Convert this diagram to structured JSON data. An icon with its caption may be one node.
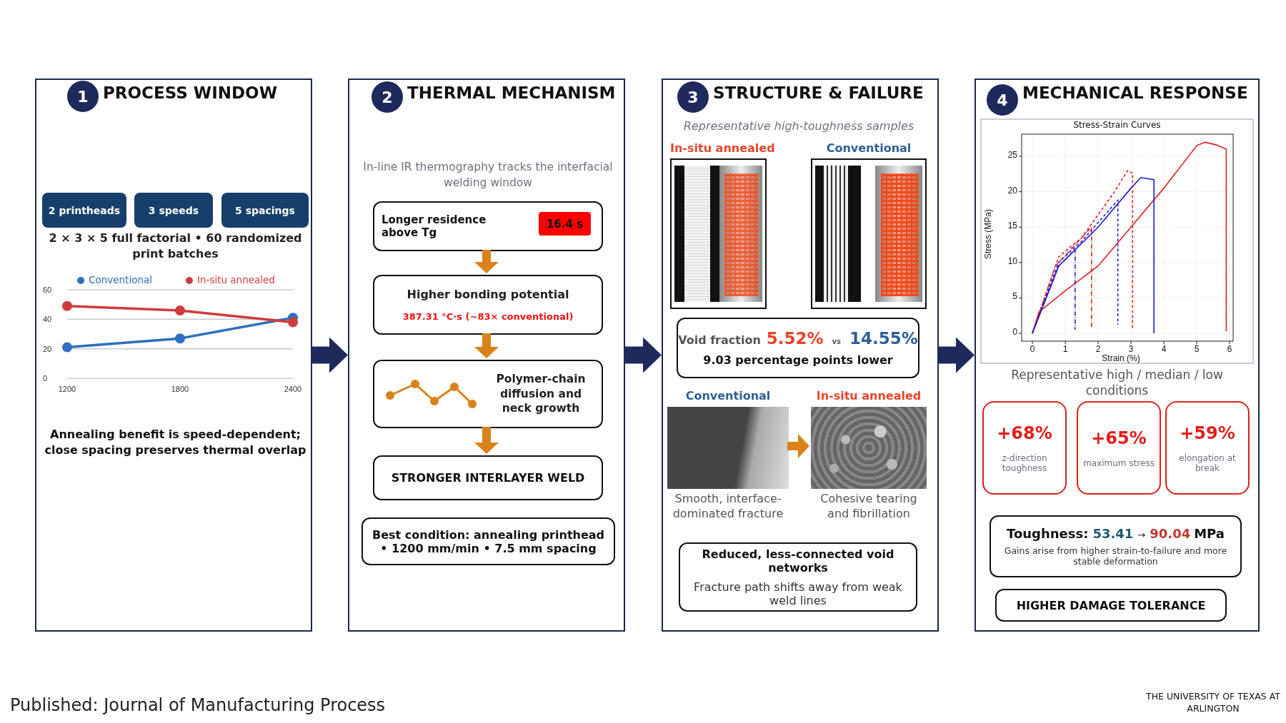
{
  "diagram": {
    "nodes": [
      {
        "text": [
          "PROCESS WINDOW"
        ]
      },
      {
        "text": [
          "1"
        ],
        "in": 0
      },
      {
        "text": [
          "2 printheads"
        ],
        "in": 0
      },
      {
        "text": [
          "3 speeds"
        ],
        "in": 0
      },
      {
        "text": [
          "5 spacings"
        ],
        "in": 0
      },
      {
        "text": [
          "THERMAL MECHANISM"
        ]
      },
      {
        "text": [
          "2"
        ],
        "in": 5
      },
      {
        "text": [
          "Longer residence above Tg"
        ],
        "in": 5
      },
      {
        "text": [
          "16.4 s"
        ],
        "in": 7
      },
      {
        "text": [
          "Higher bonding potential",
          "387.31 °C·s  (~83× conventional)"
        ],
        "in": 5
      },
      {
        "text": [
          "Polymer-chain diffusion and neck growth"
        ],
        "in": 5
      },
      {
        "text": [
          "STRONGER INTERLAYER WELD"
        ],
        "in": 5
      },
      {
        "text": [
          "Best condition: annealing printhead • 1200 mm/min • 7.5 mm spacing"
        ],
        "in": 5
      },
      {
        "text": [
          "STRUCTURE & FAILURE"
        ]
      },
      {
        "text": [
          "3"
        ],
        "in": 13
      },
      {
        "text": [
          "In-situ annealed"
        ],
        "in": 13
      },
      {
        "text": [
          "Conventional"
        ],
        "in": 13
      },
      {
        "text": [
          "Void fraction",
          "5.52%",
          "vs",
          "14.55%",
          "9.03 percentage points lower"
        ],
        "in": 13
      },
      {
        "text": [
          "Conventional"
        ],
        "beside": [
          "Smooth, interface-dominated fracture"
        ],
        "in": 13
      },
      {
        "text": [
          "In-situ annealed"
        ],
        "beside": [
          "Cohesive tearing and fibrillation"
        ],
        "in": 13
      },
      {
        "text": [
          "Reduced, less-connected void networks",
          "Fracture path shifts away from weak weld lines"
        ],
        "in": 13
      },
      {
        "text": [
          "MECHANICAL RESPONSE"
        ]
      },
      {
        "text": [
          "4"
        ],
        "in": 21
      },
      {
        "text": [
          "Stress-Strain Curves"
        ],
        "beside": [
          "Representative high / median / low conditions"
        ],
        "in": 21
      },
      {
        "text": [
          "+68%",
          "z-direction toughness"
        ],
        "in": 21
      },
      {
        "text": [
          "+65%",
          "maximum stress"
        ],
        "in": 21
      },
      {
        "text": [
          "+59%",
          "elongation at break"
        ],
        "in": 21
      },
      {
        "text": [
          "Toughness:",
          "53.41",
          "→",
          "90.04",
          "MPa",
          "Gains arise from higher strain-to-failure and more stable deformation"
        ],
        "in": 21
      },
      {
        "text": [
          "HIGHER DAMAGE TOLERANCE"
        ],
        "in": 21
      }
    ],
    "edges": [
      {
        "from": 0,
        "to": 5,
        "arrow": "to",
        "style": "thick",
        "color": "#1f2a5c"
      },
      {
        "from": 5,
        "to": 13,
        "arrow": "to",
        "style": "thick",
        "color": "#1f2a5c"
      },
      {
        "from": 13,
        "to": 21,
        "arrow": "to",
        "style": "thick",
        "color": "#1f2a5c"
      },
      {
        "from": 7,
        "to": 9,
        "arrow": "to"
      },
      {
        "from": 9,
        "to": 10,
        "arrow": "to"
      },
      {
        "from": 10,
        "to": 11,
        "arrow": "to"
      },
      {
        "from": 18,
        "to": 19,
        "arrow": "to"
      }
    ],
    "labels": [
      "2 × 3 × 5 full factorial • 60 randomized print batches",
      "Annealing benefit is speed-dependent; close spacing preserves thermal overlap",
      "In-line IR thermography tracks the interfacial welding window",
      "Representative high-toughness samples",
      "25",
      "20",
      "15",
      "10",
      "5",
      "0",
      "0",
      "1",
      "2",
      "3",
      "4",
      "5",
      "6",
      "Stress (MPa)",
      "Strain (%)",
      "Published: Journal of Manufacturing Process",
      "THE UNIVERSITY OF TEXAS AT ARLINGTON"
    ],
    "chart_data": {
      "type": "line",
      "x": [
        1200,
        1800,
        2400
      ],
      "series": [
        {
          "name": "Conventional",
          "color": "#2e6fbe",
          "marker": "circle",
          "values": [
            21,
            27,
            41
          ]
        },
        {
          "name": "In-situ annealed",
          "color": "#cf3b3b",
          "marker": "circle",
          "values": [
            49,
            46,
            38
          ]
        }
      ],
      "legend": "top",
      "xlim": [
        1200,
        2400
      ],
      "ylim": [
        0,
        60
      ],
      "xticks": [
        1200,
        1800,
        2400
      ],
      "yticks": [
        0,
        20,
        40,
        60
      ]
    }
  }
}
